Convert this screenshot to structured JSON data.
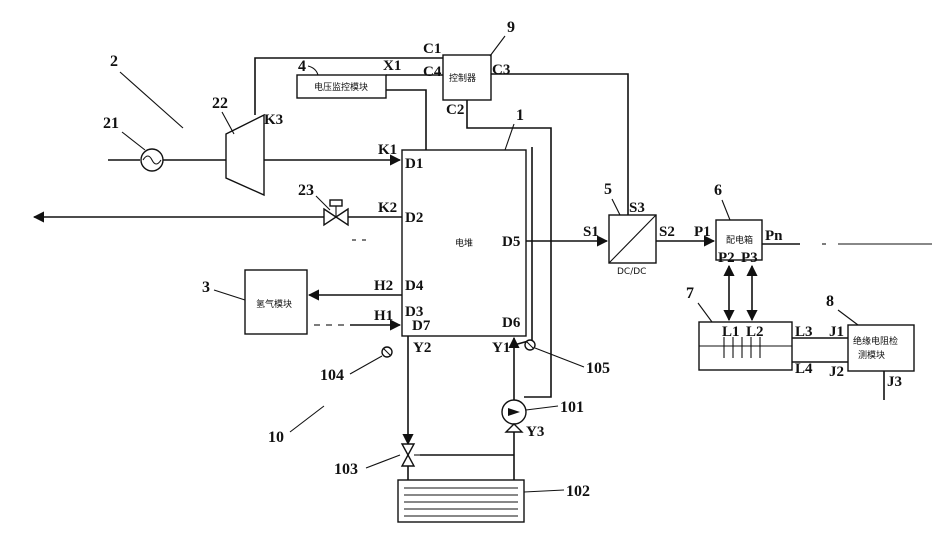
{
  "components": {
    "stack": {
      "number": "1",
      "text": "电堆"
    },
    "hydrogen_module": {
      "number": "3",
      "text": "氢气模块"
    },
    "voltage_monitor": {
      "number": "4",
      "text": "电压监控模块"
    },
    "dcdc": {
      "number": "5",
      "text": "DC/DC"
    },
    "distribution": {
      "number": "6",
      "text": "配电箱"
    },
    "battery": {
      "number": "7"
    },
    "insulation_monitor": {
      "number": "8",
      "text_line1": "绝缘电阻检",
      "text_line2": "测模块"
    },
    "controller": {
      "number": "9",
      "text": "控制器"
    }
  },
  "groups": {
    "air_system": "2",
    "cooling_system": "10"
  },
  "parts": {
    "air_filter": "21",
    "compressor": "22",
    "back_valve": "23",
    "pump": "101",
    "radiator": "102",
    "thermostat_valve": "103",
    "temp_sensor_in": "104",
    "temp_sensor_out": "105"
  },
  "ports": {
    "C1": "C1",
    "C2": "C2",
    "C3": "C3",
    "C4": "C4",
    "X1": "X1",
    "K1": "K1",
    "K2": "K2",
    "K3": "K3",
    "D1": "D1",
    "D2": "D2",
    "D3": "D3",
    "D4": "D4",
    "D5": "D5",
    "D6": "D6",
    "D7": "D7",
    "H1": "H1",
    "H2": "H2",
    "S1": "S1",
    "S2": "S2",
    "S3": "S3",
    "P1": "P1",
    "P2": "P2",
    "P3": "P3",
    "Pn": "Pn",
    "L1": "L1",
    "L2": "L2",
    "L3": "L3",
    "L4": "L4",
    "J1": "J1",
    "J2": "J2",
    "J3": "J3",
    "Y1": "Y1",
    "Y2": "Y2",
    "Y3": "Y3"
  }
}
